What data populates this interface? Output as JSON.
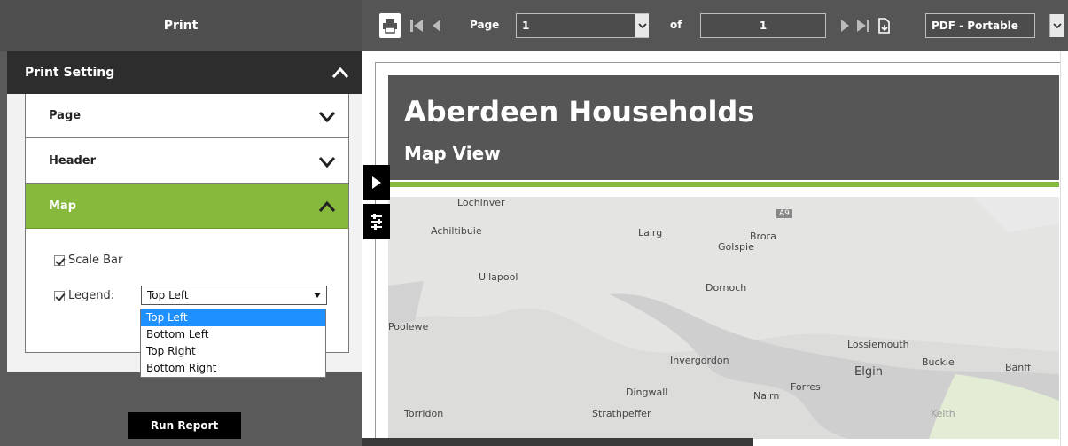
{
  "left_panel": {
    "title": "Print",
    "print_setting": {
      "label": "Print Setting"
    },
    "sections": [
      {
        "label": "Page",
        "expanded": false
      },
      {
        "label": "Header",
        "expanded": false
      },
      {
        "label": "Map",
        "expanded": true
      }
    ],
    "map_options": {
      "scale_bar": {
        "label": "Scale Bar",
        "checked": true
      },
      "legend": {
        "label": "Legend:",
        "checked": true,
        "selected": "Top Left"
      }
    },
    "legend_dropdown": {
      "options": [
        "Top Left",
        "Bottom Left",
        "Top Right",
        "Bottom Right"
      ],
      "highlighted": "Top Left"
    },
    "run_button": "Run Report"
  },
  "toolbar": {
    "page_label": "Page",
    "page_value": "1",
    "of_label": "of",
    "total_pages": "1",
    "export_format": "PDF - Portable"
  },
  "report": {
    "title": "Aberdeen Households",
    "subtitle": "Map View",
    "map_labels": [
      "Lochinver",
      "Achiltibuie",
      "Lairg",
      "Brora",
      "Golspie",
      "Ullapool",
      "Dornoch",
      "Poolewe",
      "Invergordon",
      "Lossiemouth",
      "Buckie",
      "Banff",
      "Elgin",
      "Forres",
      "Nairn",
      "Dingwall",
      "Strathpeffer",
      "Torridon",
      "Keith",
      "A9"
    ]
  },
  "colors": {
    "accent_green": "#86b93b",
    "toolbar_bg": "#555555",
    "panel_bg": "#5a5a5a",
    "dropdown_highlight": "#1e90ff"
  }
}
